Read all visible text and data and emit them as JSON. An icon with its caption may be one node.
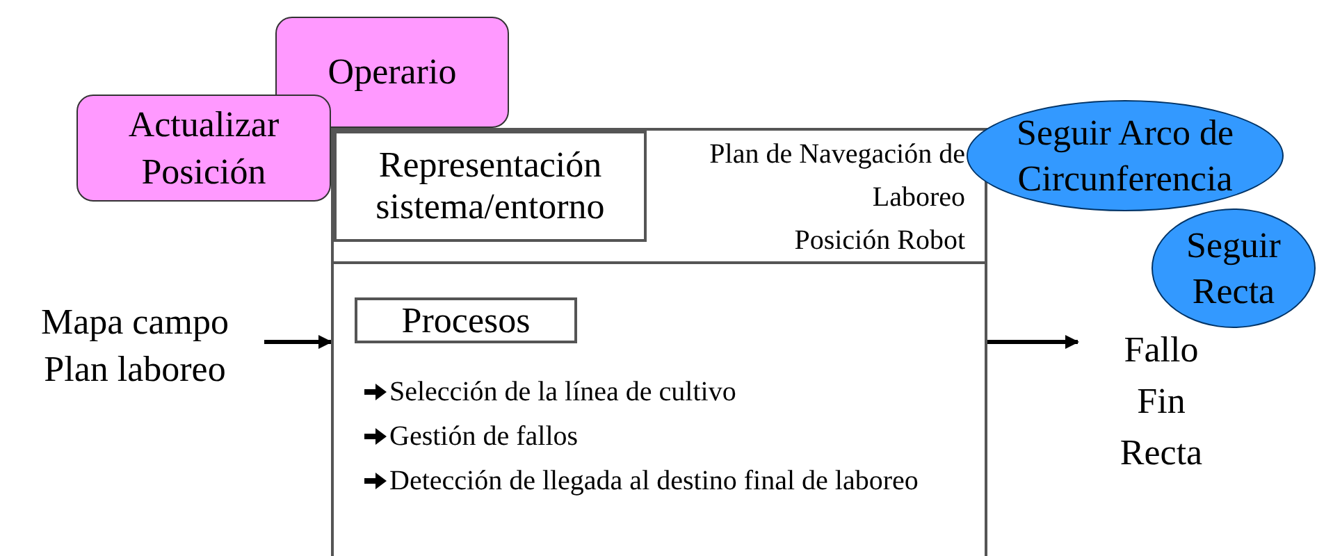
{
  "diagram": {
    "nodes": [
      {
        "text": [
          "Plan de Navegación de Laboreo",
          "Posición Robot",
          "Selección de la línea de cultivo",
          "Gestión de fallos",
          "Detección de llegada al destino final de laboreo"
        ]
      },
      {
        "text": [
          "Representación sistema/entorno"
        ],
        "in": 0
      },
      {
        "text": [
          "Procesos"
        ],
        "in": 0
      },
      {
        "text": [
          "Operario"
        ]
      },
      {
        "text": [
          "Actualizar Posición"
        ]
      },
      {
        "text": [
          "Seguir Arco de Circunferencia"
        ]
      },
      {
        "text": [
          "Seguir Recta"
        ]
      },
      {
        "text": [
          "Mapa campo Plan laboreo"
        ]
      },
      {
        "text": [
          "Fallo Fin Recta"
        ]
      }
    ],
    "edges": [
      {
        "from": 7,
        "to": 0,
        "arrow": "to"
      },
      {
        "from": 0,
        "to": 8,
        "arrow": "to"
      }
    ]
  }
}
